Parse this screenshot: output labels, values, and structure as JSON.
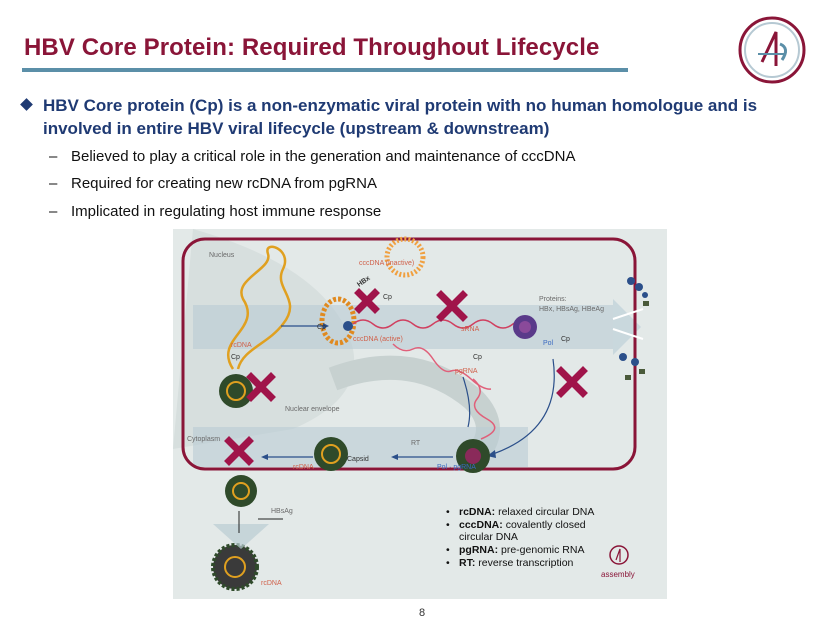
{
  "slide": {
    "title": "HBV Core Protein: Required Throughout Lifecycle",
    "page_number": "8"
  },
  "bullets": {
    "main": "HBV Core protein (Cp) is a non-enzymatic viral protein with no human homologue and is involved in entire HBV viral lifecycle (upstream & downstream)",
    "sub": [
      "Believed to play a critical role in the generation and maintenance of cccDNA",
      "Required for creating new rcDNA from pgRNA",
      "Implicated in regulating host immune  response"
    ]
  },
  "diagram": {
    "labels": {
      "nucleus": "Nucleus",
      "cccdna_inactive": "cccDNA (inactive)",
      "hbx": "HBx",
      "cp": "Cp",
      "cccdna_active": "cccDNA (active)",
      "rcdna": "rcDNA",
      "srna": "sRNA",
      "proteins": "Proteins:",
      "proteins_list": "HBx, HBsAg, HBeAg",
      "pol": "Pol",
      "pgrna": "pgRNA",
      "nuclear_envelope": "Nuclear envelope",
      "cytoplasm": "Cytoplasm",
      "rt": "RT",
      "capsid": "Capsid",
      "pol_pgrna": "Pol · pgRNA",
      "hbsag": "HBsAg"
    },
    "brand": "assembly"
  },
  "legend": {
    "items": [
      {
        "term": "rcDNA:",
        "desc": "relaxed circular DNA"
      },
      {
        "term": "cccDNA:",
        "desc": "covalently closed circular DNA"
      },
      {
        "term": "pgRNA:",
        "desc": "pre-genomic RNA"
      },
      {
        "term": "RT:",
        "desc": "reverse transcription"
      }
    ]
  },
  "colors": {
    "title": "#8a1538",
    "rule": "#5b8fa8",
    "bullet": "#1f3a73",
    "block_x": "#a0144a",
    "cell_border": "#8a1538"
  }
}
